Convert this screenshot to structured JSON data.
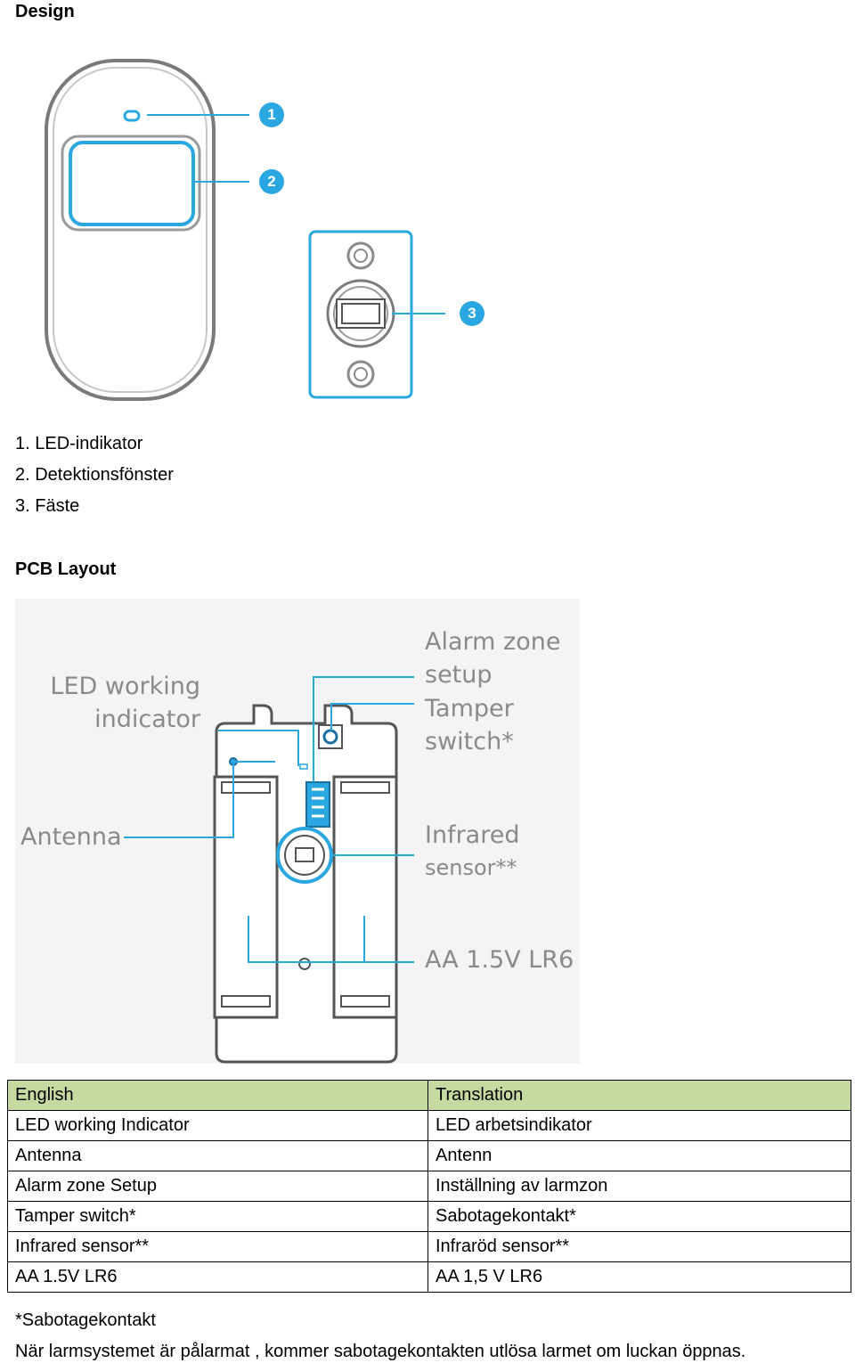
{
  "design_heading": "Design",
  "design_list": [
    "1. LED-indikator",
    "2. Detektionsfönster",
    "3. Fäste"
  ],
  "callouts": [
    "1",
    "2",
    "3"
  ],
  "pcb_heading": "PCB Layout",
  "pcb_labels": {
    "led_1": "LED working",
    "led_2": "indicator",
    "alarm_1": "Alarm zone",
    "alarm_2": "setup",
    "tamper_1": "Tamper",
    "tamper_2": "switch*",
    "antenna": "Antenna",
    "infrared_1": "Infrared",
    "infrared_2": "sensor**",
    "battery": "AA 1.5V  LR6"
  },
  "table": {
    "headers": [
      "English",
      "Translation"
    ],
    "rows": [
      [
        "LED working Indicator",
        "LED arbetsindikator"
      ],
      [
        "Antenna",
        "Antenn"
      ],
      [
        "Alarm zone Setup",
        "Inställning av larmzon"
      ],
      [
        "Tamper switch*",
        "Sabotagekontakt*"
      ],
      [
        "Infrared sensor**",
        "Infraröd sensor**"
      ],
      [
        "AA 1.5V LR6",
        "AA 1,5 V LR6"
      ]
    ]
  },
  "footnote_title": "*Sabotagekontakt",
  "footnote_text": "När larmsystemet är pålarmat , kommer sabotagekontakten utlösa larmet om luckan öppnas.",
  "colors": {
    "accent": "#2aa7e0",
    "table_header": "#c6d9a0"
  }
}
